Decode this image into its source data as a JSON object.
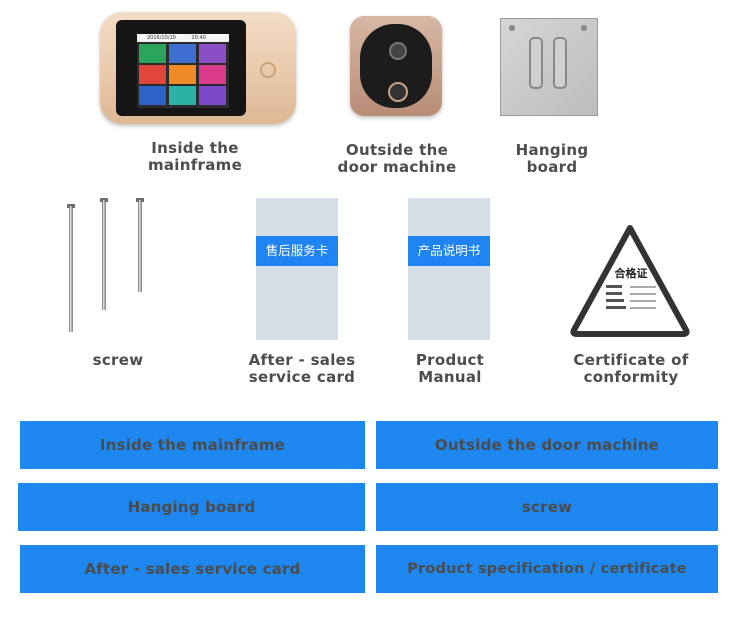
{
  "items": {
    "mainframe": {
      "line1": "Inside the",
      "line2": "mainframe"
    },
    "door": {
      "line1": "Outside the",
      "line2": "door machine"
    },
    "board": {
      "line1": "Hanging",
      "line2": "board"
    },
    "screw": {
      "line1": "screw"
    },
    "service_card": {
      "line1": "After - sales",
      "line2": "service card",
      "band_text": "售后服务卡"
    },
    "manual": {
      "line1": "Product",
      "line2": "Manual",
      "band_text": "产品说明书"
    },
    "certificate": {
      "line1": "Certificate of",
      "line2": "conformity",
      "seal_title": "合格证"
    }
  },
  "device_screen": {
    "date": "2016/10/10",
    "time": "20:40"
  },
  "table": {
    "cells": [
      "Inside the mainframe",
      "Outside the door machine",
      "Hanging board",
      "screw",
      "After - sales  service card",
      "Product specification / certificate"
    ]
  },
  "colors": {
    "band_blue": "#1f83f2",
    "cell_blue": "#1e88f0",
    "caption_gray": "#4d4d4d"
  }
}
